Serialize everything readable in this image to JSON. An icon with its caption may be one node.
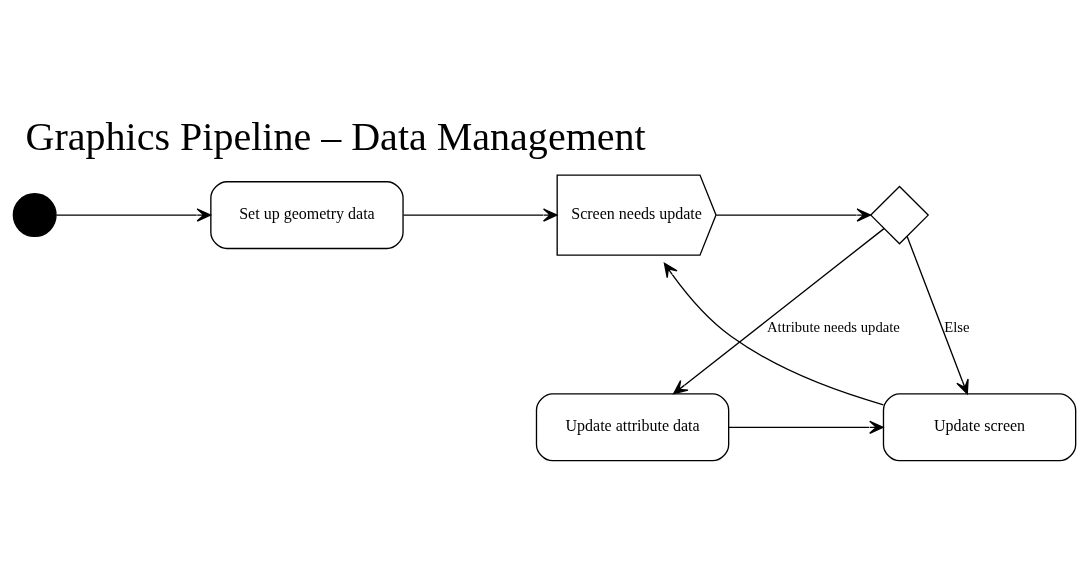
{
  "diagram": {
    "title": "Graphics Pipeline – Data Management",
    "nodes": [
      {
        "text": [],
        "shape": "circle"
      },
      {
        "text": [
          "Set up geometry data"
        ]
      },
      {
        "text": [
          "Screen needs update"
        ]
      },
      {
        "text": [],
        "shape": "diamond"
      },
      {
        "text": [
          "Update screen"
        ]
      },
      {
        "text": [
          "Update attribute data"
        ]
      }
    ],
    "edges": [
      {
        "from": 0,
        "to": 1,
        "arrow": "to"
      },
      {
        "from": 1,
        "to": 2,
        "arrow": "to"
      },
      {
        "from": 2,
        "to": 3,
        "arrow": "to"
      },
      {
        "from": 3,
        "to": 5,
        "arrow": "to",
        "label": "Attribute needs update"
      },
      {
        "from": 3,
        "to": 4,
        "arrow": "to",
        "label": "Else"
      },
      {
        "from": 4,
        "to": 2,
        "arrow": "to"
      },
      {
        "from": 5,
        "to": 4,
        "arrow": "to"
      }
    ]
  }
}
